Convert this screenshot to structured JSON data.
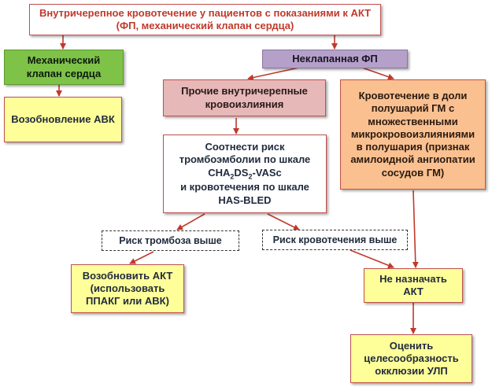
{
  "nodes": {
    "root": "Внутричерепное кровотечение у пациентов с показаниями к АКТ\n(ФП, механический клапан сердца)",
    "mech_valve": "Механический\nклапан сердца",
    "nonvalve_af": "Неклапанная ФП",
    "resume_avk": "Возобновление АВК",
    "other_hemorrhage": "Прочие внутричерепные\nкровоизлияния",
    "lobar_bleed": "Кровотечение в доли\nполушарий ГМ с\nмножественными\nмикрокровоизлияниями\nв полушария (признак\nамилоидной ангиопатии\nсосудов ГМ)",
    "risk_assess": {
      "line1": "Соотнести риск",
      "line2": "тромбоэмболии по шкале",
      "score1_a": "CHA",
      "score1_sub1": "2",
      "score1_b": "DS",
      "score1_sub2": "2",
      "score1_c": "-VASc",
      "line4": "и кровотечения по шкале",
      "line5": "HAS-BLED"
    },
    "thrombosis_higher": "Риск тромбоза выше",
    "bleeding_higher": "Риск кровотечения выше",
    "resume_akt": "Возобновить АКТ\n(использовать\nППАКГ или АВК)",
    "do_not_prescribe": "Не назначать\nАКТ",
    "evaluate_laa": "Оценить\nцелесообразность\nокклюзии УЛП"
  }
}
